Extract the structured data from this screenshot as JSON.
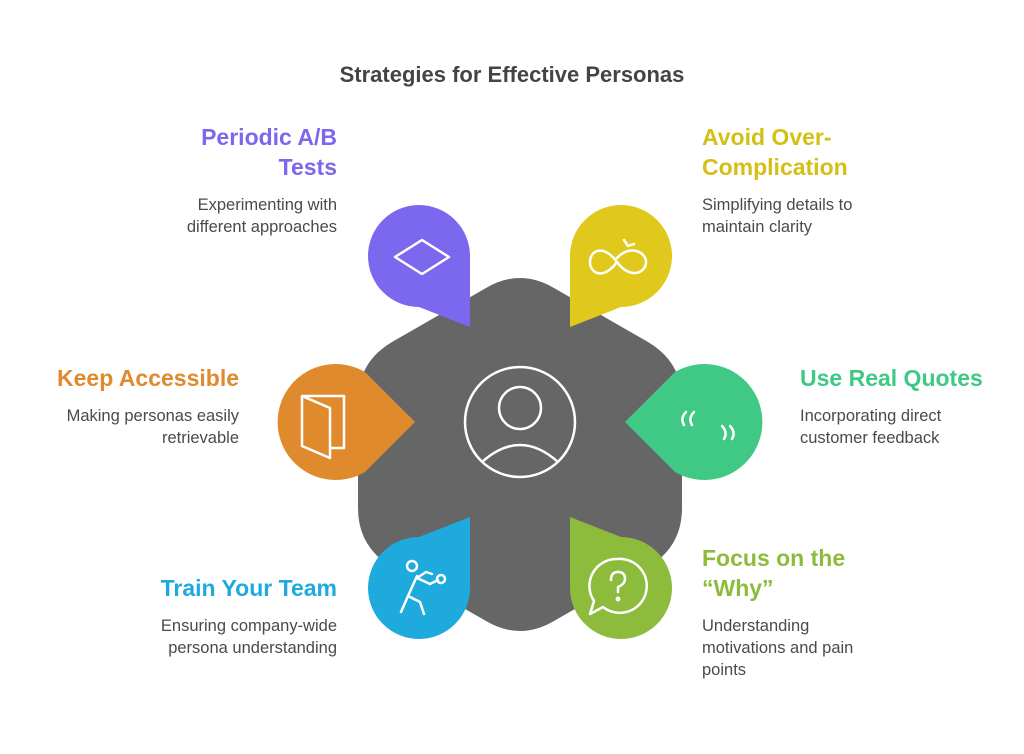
{
  "title": "Strategies for Effective Personas",
  "colors": {
    "hub": "#666666",
    "periodic_ab_tests": "#7B68EE",
    "avoid_over_complication": "#E0C91C",
    "use_real_quotes": "#40C985",
    "focus_on_the_why": "#8DBB3C",
    "train_your_team": "#1EAADD",
    "keep_accessible": "#E08A2E"
  },
  "strategies": [
    {
      "key": "periodic_ab_tests",
      "heading": "Periodic A/B\nTests",
      "description": "Experimenting with\ndifferent approaches",
      "icon": "diamond-icon"
    },
    {
      "key": "avoid_over_complication",
      "heading": "Avoid Over-\nComplication",
      "description": "Simplifying details to\nmaintain clarity",
      "icon": "infinity-loop-icon"
    },
    {
      "key": "use_real_quotes",
      "heading": "Use Real Quotes",
      "description": "Incorporating direct\ncustomer feedback",
      "icon": "quote-marks-icon"
    },
    {
      "key": "focus_on_the_why",
      "heading": "Focus on the\n“Why”",
      "description": "Understanding\nmotivations and pain\npoints",
      "icon": "question-bubble-icon"
    },
    {
      "key": "train_your_team",
      "heading": "Train Your Team",
      "description": "Ensuring company-wide\npersona understanding",
      "icon": "boxing-person-icon"
    },
    {
      "key": "keep_accessible",
      "heading": "Keep Accessible",
      "description": "Making personas easily\nretrievable",
      "icon": "door-icon"
    }
  ],
  "center_icon": "user-profile-icon"
}
